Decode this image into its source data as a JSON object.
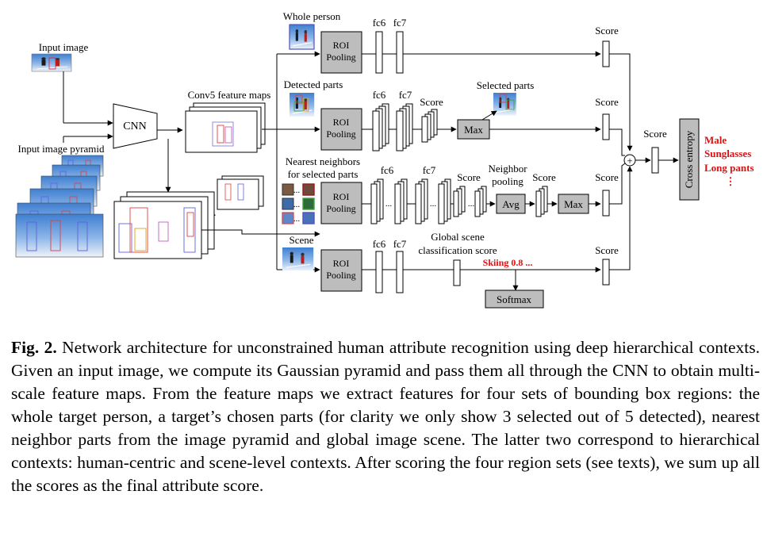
{
  "diagram": {
    "input_image_label": "Input image",
    "input_pyramid_label": "Input image pyramid",
    "cnn_label": "CNN",
    "conv5_label": "Conv5 feature maps",
    "branches": {
      "whole_person": "Whole person",
      "detected_parts": "Detected parts",
      "nearest_neighbors_line1": "Nearest neighbors",
      "nearest_neighbors_line2": "for selected parts",
      "scene": "Scene"
    },
    "roi_line1": "ROI",
    "roi_line2": "Pooling",
    "fc6": "fc6",
    "fc7": "fc7",
    "score": "Score",
    "selected_parts": "Selected parts",
    "max": "Max",
    "avg": "Avg",
    "neighbor_pooling_line1": "Neighbor",
    "neighbor_pooling_line2": "pooling",
    "global_scene_line1": "Global scene",
    "global_scene_line2": "classification score",
    "skiing": "Skiing 0.8 ...",
    "softmax": "Softmax",
    "sum_symbol": "+",
    "cross_entropy": "Cross entropy",
    "attributes": [
      "Male",
      "Sunglasses",
      "Long pants",
      "⋮"
    ],
    "ellipsis": "..."
  },
  "caption": {
    "label": "Fig. 2.",
    "text": "Network architecture for unconstrained human attribute recognition using deep hierarchical contexts. Given an input image, we compute its Gaussian pyramid and pass them all through the CNN to obtain multi-scale feature maps. From the feature maps we extract features for four sets of bounding box regions: the whole target person, a target’s chosen parts (for clarity we only show 3 selected out of 5 detected), nearest neighbor parts from the image pyramid and global image scene. The latter two correspond to hierarchical contexts: human-centric and scene-level contexts. After scoring the four region sets (see texts), we sum up all the scores as the final attribute score."
  },
  "colors": {
    "gray_box": "#bdbdbd",
    "sky": "#5f98dc",
    "snow": "#e8eef7",
    "attribute_red": "#e01010",
    "softmax_arrow_text": "#e01010"
  }
}
